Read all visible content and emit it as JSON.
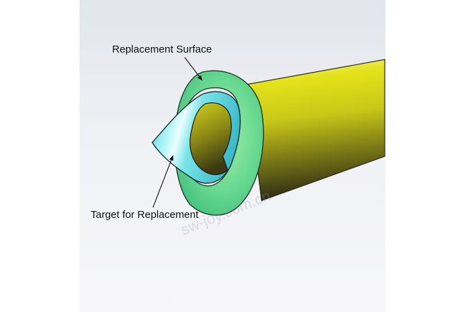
{
  "annotations": {
    "replacement_surface": "Replacement Surface",
    "target_for_replacement": "Target for Replacement"
  },
  "colors": {
    "background_top": "#e2e5ec",
    "background_bottom": "#f7f7f9",
    "tube_yellow": "#e4e31a",
    "tube_dark": "#2e2c14",
    "replacement_surface_green": "#68d890",
    "target_face_cyan": "#5fd7dd",
    "annotation_text": "#111111"
  },
  "watermark": "sw-joy.com.cn"
}
